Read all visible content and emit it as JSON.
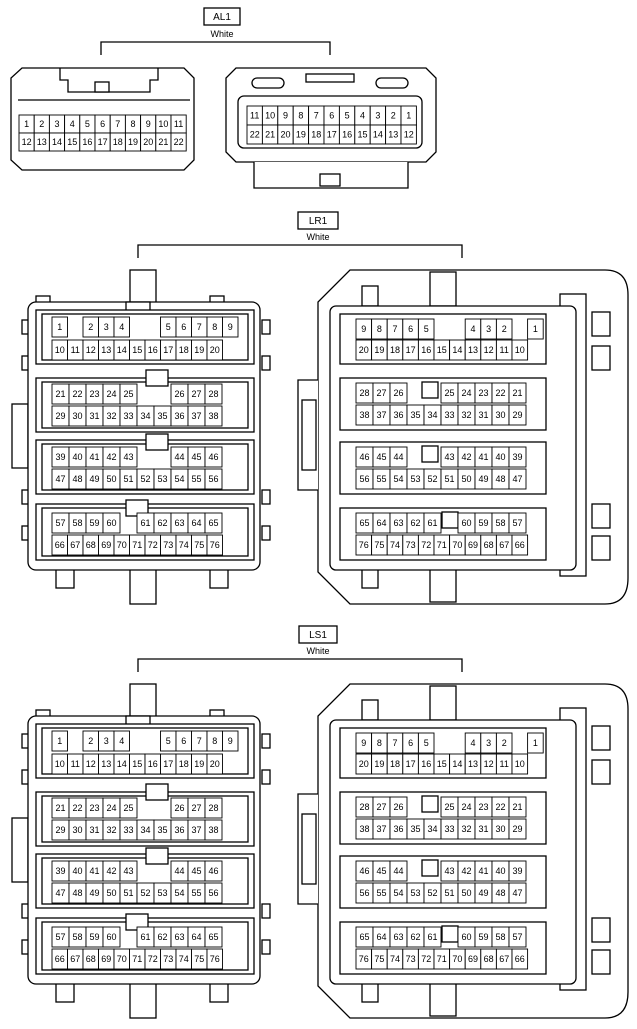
{
  "connectors": [
    {
      "id": "AL1",
      "color": "White",
      "views": [
        {
          "side": "left",
          "rows": [
            [
              "1",
              "2",
              "3",
              "4",
              "5",
              "6",
              "7",
              "8",
              "9",
              "10",
              "11"
            ],
            [
              "12",
              "13",
              "14",
              "15",
              "16",
              "17",
              "18",
              "19",
              "20",
              "21",
              "22"
            ]
          ]
        },
        {
          "side": "right",
          "rows": [
            [
              "11",
              "10",
              "9",
              "8",
              "7",
              "6",
              "5",
              "4",
              "3",
              "2",
              "1"
            ],
            [
              "22",
              "21",
              "20",
              "19",
              "18",
              "17",
              "16",
              "15",
              "14",
              "13",
              "12"
            ]
          ]
        }
      ]
    },
    {
      "id": "LR1",
      "color": "White",
      "views": [
        {
          "side": "left",
          "rows": [
            [
              "1",
              "",
              "2",
              "3",
              "4",
              "",
              "",
              "5",
              "6",
              "7",
              "8",
              "9"
            ],
            [
              "10",
              "11",
              "12",
              "13",
              "14",
              "15",
              "16",
              "17",
              "18",
              "19",
              "20"
            ],
            [
              "21",
              "22",
              "23",
              "24",
              "25",
              "",
              "",
              "26",
              "27",
              "28"
            ],
            [
              "29",
              "30",
              "31",
              "32",
              "33",
              "34",
              "35",
              "36",
              "37",
              "38"
            ],
            [
              "39",
              "40",
              "41",
              "42",
              "43",
              "",
              "",
              "44",
              "45",
              "46"
            ],
            [
              "47",
              "48",
              "49",
              "50",
              "51",
              "52",
              "53",
              "54",
              "55",
              "56"
            ],
            [
              "57",
              "58",
              "59",
              "60",
              "",
              "61",
              "62",
              "63",
              "64",
              "65"
            ],
            [
              "66",
              "67",
              "68",
              "69",
              "70",
              "71",
              "72",
              "73",
              "74",
              "75",
              "76"
            ]
          ]
        },
        {
          "side": "right",
          "rows": [
            [
              "9",
              "8",
              "7",
              "6",
              "5",
              "",
              "",
              "4",
              "3",
              "2",
              "",
              "1"
            ],
            [
              "20",
              "19",
              "18",
              "17",
              "16",
              "15",
              "14",
              "13",
              "12",
              "11",
              "10"
            ],
            [
              "28",
              "27",
              "26",
              "",
              "",
              "25",
              "24",
              "23",
              "22",
              "21"
            ],
            [
              "38",
              "37",
              "36",
              "35",
              "34",
              "33",
              "32",
              "31",
              "30",
              "29"
            ],
            [
              "46",
              "45",
              "44",
              "",
              "",
              "43",
              "42",
              "41",
              "40",
              "39"
            ],
            [
              "56",
              "55",
              "54",
              "53",
              "52",
              "51",
              "50",
              "49",
              "48",
              "47"
            ],
            [
              "65",
              "64",
              "63",
              "62",
              "61",
              "",
              "60",
              "59",
              "58",
              "57"
            ],
            [
              "76",
              "75",
              "74",
              "73",
              "72",
              "71",
              "70",
              "69",
              "68",
              "67",
              "66"
            ]
          ]
        }
      ]
    },
    {
      "id": "LS1",
      "color": "White",
      "views": [
        {
          "side": "left",
          "rows": [
            [
              "1",
              "",
              "2",
              "3",
              "4",
              "",
              "",
              "5",
              "6",
              "7",
              "8",
              "9"
            ],
            [
              "10",
              "11",
              "12",
              "13",
              "14",
              "15",
              "16",
              "17",
              "18",
              "19",
              "20"
            ],
            [
              "21",
              "22",
              "23",
              "24",
              "25",
              "",
              "",
              "26",
              "27",
              "28"
            ],
            [
              "29",
              "30",
              "31",
              "32",
              "33",
              "34",
              "35",
              "36",
              "37",
              "38"
            ],
            [
              "39",
              "40",
              "41",
              "42",
              "43",
              "",
              "",
              "44",
              "45",
              "46"
            ],
            [
              "47",
              "48",
              "49",
              "50",
              "51",
              "52",
              "53",
              "54",
              "55",
              "56"
            ],
            [
              "57",
              "58",
              "59",
              "60",
              "",
              "61",
              "62",
              "63",
              "64",
              "65"
            ],
            [
              "66",
              "67",
              "68",
              "69",
              "70",
              "71",
              "72",
              "73",
              "74",
              "75",
              "76"
            ]
          ]
        },
        {
          "side": "right",
          "rows": [
            [
              "9",
              "8",
              "7",
              "6",
              "5",
              "",
              "",
              "4",
              "3",
              "2",
              "",
              "1"
            ],
            [
              "20",
              "19",
              "18",
              "17",
              "16",
              "15",
              "14",
              "13",
              "12",
              "11",
              "10"
            ],
            [
              "28",
              "27",
              "26",
              "",
              "",
              "25",
              "24",
              "23",
              "22",
              "21"
            ],
            [
              "38",
              "37",
              "36",
              "35",
              "34",
              "33",
              "32",
              "31",
              "30",
              "29"
            ],
            [
              "46",
              "45",
              "44",
              "",
              "",
              "43",
              "42",
              "41",
              "40",
              "39"
            ],
            [
              "56",
              "55",
              "54",
              "53",
              "52",
              "51",
              "50",
              "49",
              "48",
              "47"
            ],
            [
              "65",
              "64",
              "63",
              "62",
              "61",
              "",
              "60",
              "59",
              "58",
              "57"
            ],
            [
              "76",
              "75",
              "74",
              "73",
              "72",
              "71",
              "70",
              "69",
              "68",
              "67",
              "66"
            ]
          ]
        }
      ]
    }
  ]
}
